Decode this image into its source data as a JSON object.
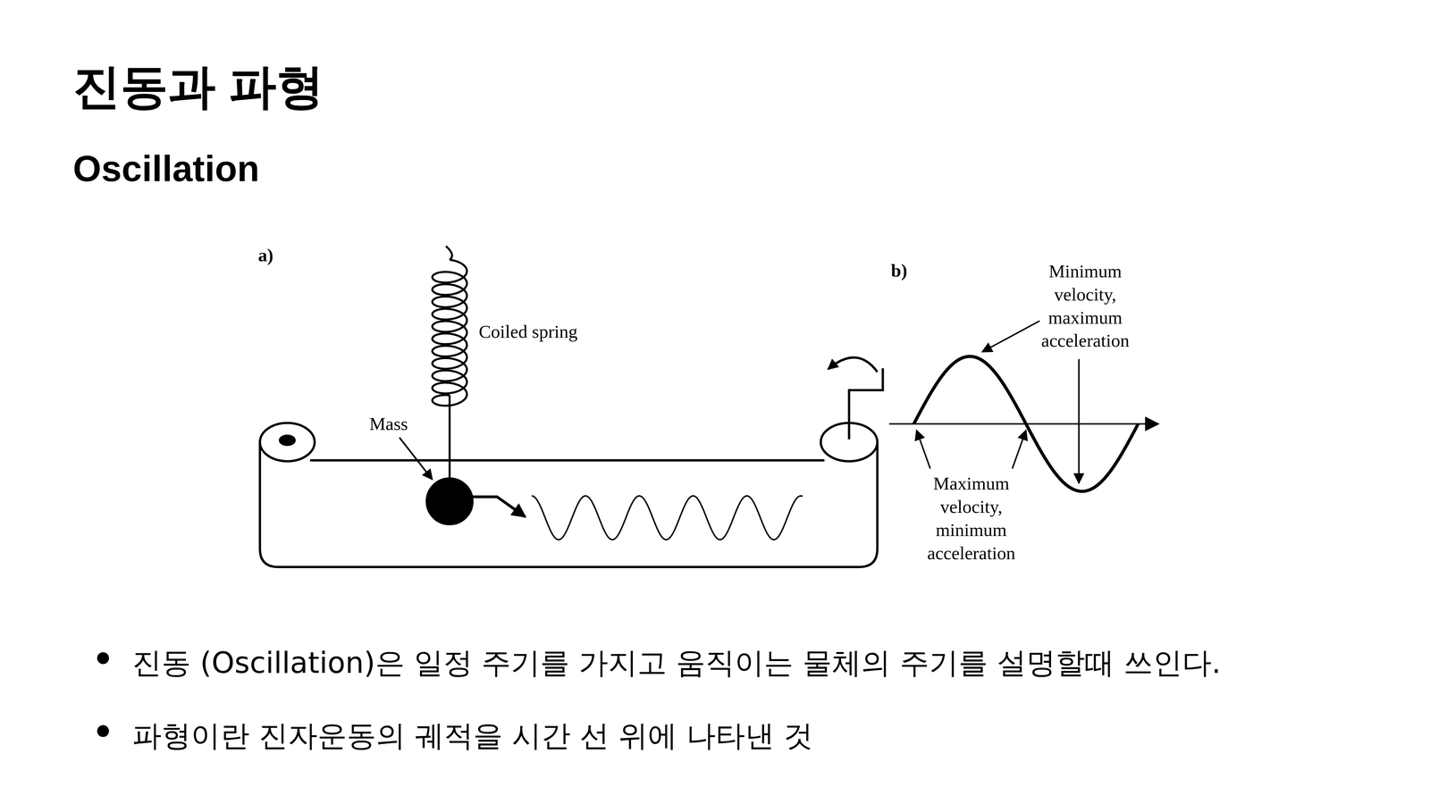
{
  "diagram": {
    "title": "진동과 파형",
    "labels": [
      "Oscillation",
      "a)",
      "Coiled spring",
      "Mass",
      "b)",
      "Minimum velocity, maximum acceleration",
      "Maximum velocity, minimum acceleration",
      "진동 (Oscillation)은 일정 주기를 가지고 움직이는 물체의 주기를 설명할때 쓰인다.",
      "파형이란 진자운동의 궤적을 시간 선 위에 나타낸 것"
    ]
  }
}
